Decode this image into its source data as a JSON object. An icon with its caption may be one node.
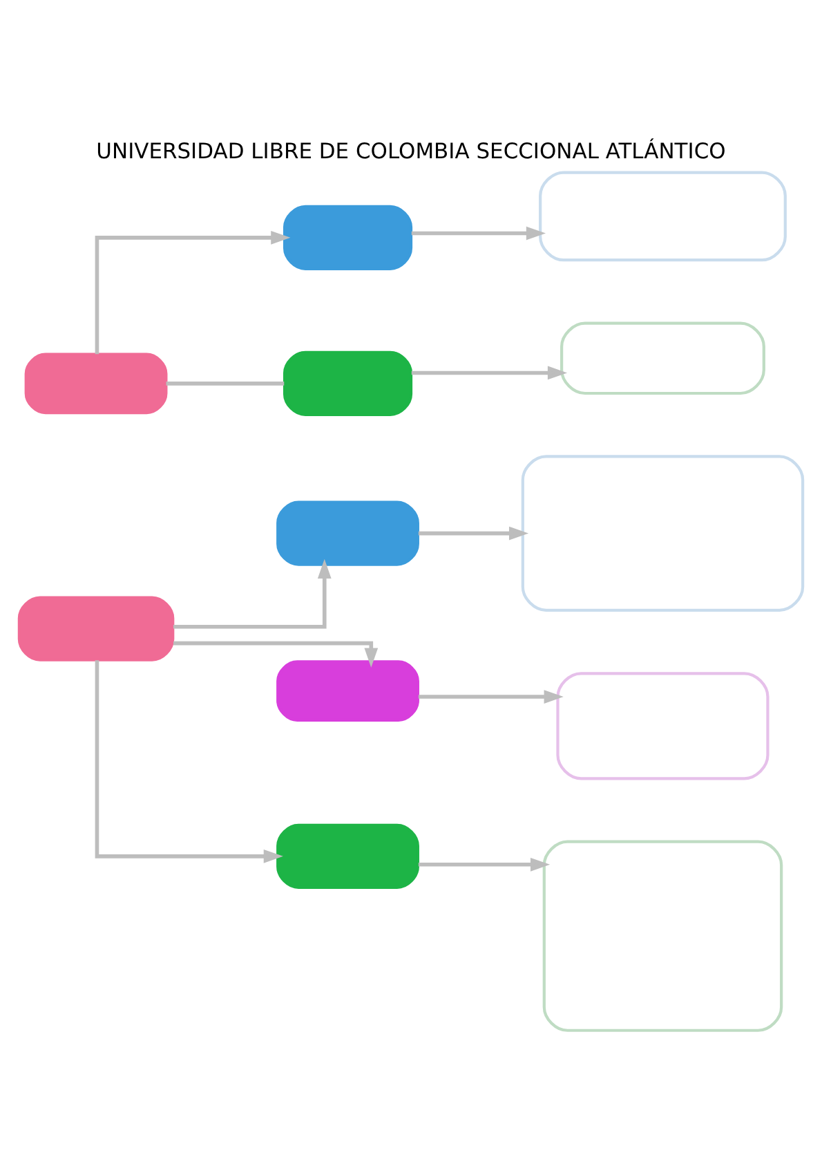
{
  "diagram": {
    "title": "UNIVERSIDAD LIBRE DE COLOMBIA SECCIONAL ATLÁNTICO",
    "nodes": [
      {
        "text": [],
        "shape": "box"
      },
      {
        "text": [],
        "shape": "box"
      },
      {
        "text": [],
        "shape": "box"
      },
      {
        "text": [],
        "shape": "box"
      },
      {
        "text": [],
        "shape": "box"
      },
      {
        "text": [],
        "shape": "box"
      },
      {
        "text": [],
        "shape": "box"
      },
      {
        "text": [],
        "shape": "box"
      },
      {
        "text": [],
        "shape": "box"
      },
      {
        "text": [],
        "shape": "box"
      },
      {
        "text": [],
        "shape": "box"
      },
      {
        "text": [],
        "shape": "box"
      }
    ],
    "edges": [
      {
        "from": 0,
        "to": 1,
        "arrow": "to"
      },
      {
        "from": 1,
        "to": 2,
        "arrow": "to"
      },
      {
        "from": 0,
        "to": 3,
        "arrow": "none"
      },
      {
        "from": 3,
        "to": 4,
        "arrow": "to"
      },
      {
        "from": 5,
        "to": 6,
        "arrow": "to"
      },
      {
        "from": 6,
        "to": 7,
        "arrow": "to"
      },
      {
        "from": 5,
        "to": 8,
        "arrow": "to"
      },
      {
        "from": 8,
        "to": 9,
        "arrow": "to"
      },
      {
        "from": 5,
        "to": 10,
        "arrow": "to"
      },
      {
        "from": 10,
        "to": 11,
        "arrow": "to"
      }
    ]
  }
}
